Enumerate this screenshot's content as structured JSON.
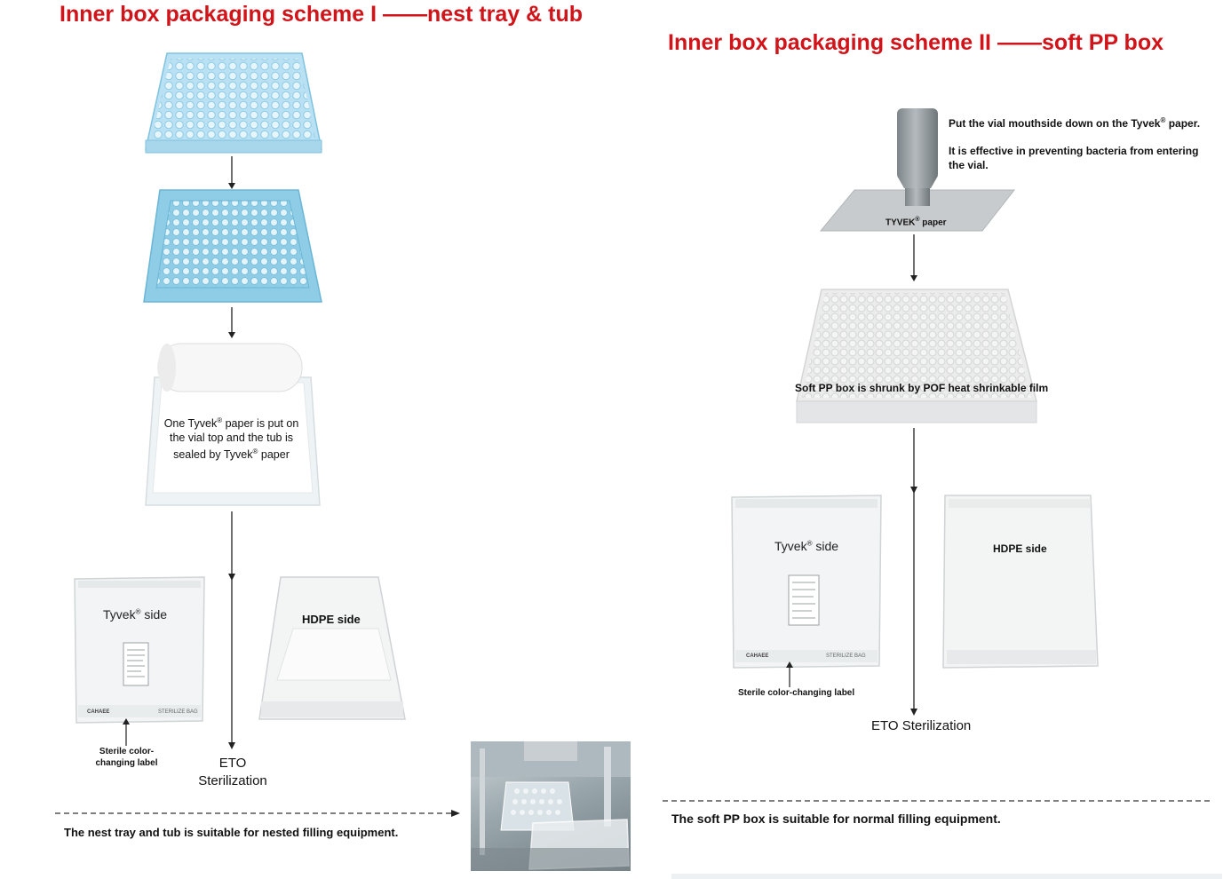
{
  "left": {
    "title": "Inner box packaging scheme I ——nest tray & tub",
    "tyvek_note_l1": "One Tyvek",
    "tyvek_note_l1b": " paper is put on",
    "tyvek_note_l2": "the vial top and the tub is",
    "tyvek_note_l3": "sealed by Tyvek",
    "tyvek_note_l3b": " paper",
    "bag_tyvek_label": "Tyvek",
    "bag_tyvek_label_b": " side",
    "bag_hdpe_label": "HDPE side",
    "bag_brand": "CAHAEE",
    "bag_print": "STERILIZE BAG",
    "sterile_label_l1": "Sterile color-",
    "sterile_label_l2": "changing label",
    "eto_l1": "ETO",
    "eto_l2": "Sterilization",
    "footer": "The nest tray and tub is suitable for nested filling equipment."
  },
  "right": {
    "title": "Inner box packaging scheme II ——soft PP box",
    "vial_note_1": "Put the vial mouthside down on the Tyvek",
    "vial_note_1b": " paper.",
    "vial_note_2": "It is effective in preventing bacteria from entering the vial.",
    "tyvek_paper_label": "TYVEK",
    "tyvek_paper_label_b": " paper",
    "pp_box_label": "Soft PP box is shrunk by POF heat shrinkable film",
    "bag_tyvek_label": "Tyvek",
    "bag_tyvek_label_b": " side",
    "bag_hdpe_label": "HDPE side",
    "bag_brand": "CAHAEE",
    "bag_print": "STERILIZE BAG",
    "sterile_label": "Sterile color-changing label",
    "eto": "ETO Sterilization",
    "footer": "The soft PP box is suitable for normal filling equipment."
  },
  "symbols": {
    "registered": "®"
  },
  "colors": {
    "title_red": "#d0141a",
    "tray_blue": "#a9d8ec",
    "tub_blue": "#8fcde6"
  }
}
